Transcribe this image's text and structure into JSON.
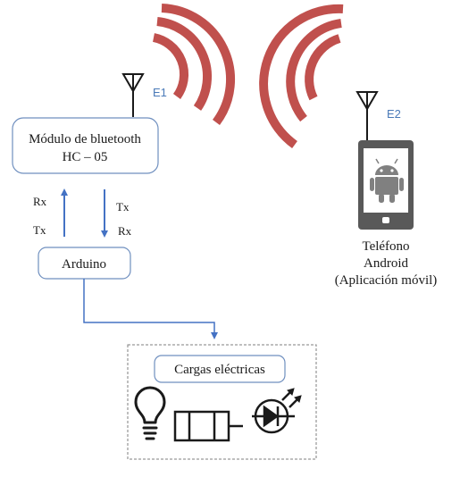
{
  "bluetooth_module": {
    "line1": "Módulo de bluetooth",
    "line2": "HC – 05"
  },
  "arduino": {
    "label": "Arduino"
  },
  "signals": {
    "left_top": "Rx",
    "left_bottom": "Tx",
    "right_top": "Tx",
    "right_bottom": "Rx"
  },
  "antenna_tags": {
    "e1": "E1",
    "e2": "E2"
  },
  "phone": {
    "line1": "Teléfono",
    "line2": "Android",
    "line3": "(Aplicación móvil)"
  },
  "loads": {
    "label": "Cargas eléctricas"
  },
  "colors": {
    "wave": "#c0504d",
    "arrow": "#4472c4",
    "box_border": "#6f8fbf",
    "phone_body": "#595959",
    "phone_screen": "#ffffff",
    "android_logo": "#808080",
    "dashed_border": "#7f7f7f"
  },
  "icons": [
    "wifi-waves-icon",
    "antenna-icon",
    "smartphone-icon",
    "android-robot-icon",
    "light-bulb-icon",
    "solenoid-icon",
    "led-icon"
  ]
}
